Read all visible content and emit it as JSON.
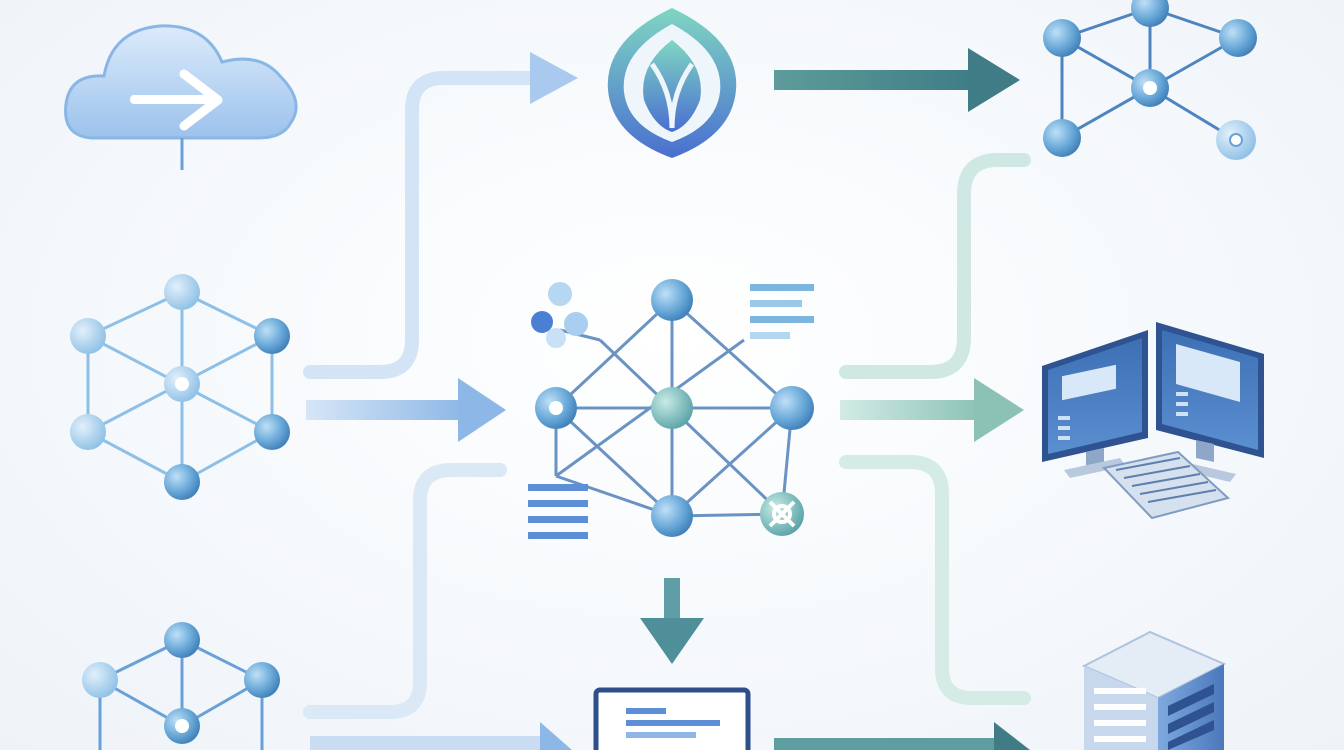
{
  "diagram": {
    "kind": "data-flow-illustration",
    "colors": {
      "background": "#f6f9fc",
      "blue_light": "#cfe2f7",
      "blue_mid": "#8fbbe8",
      "blue_dark": "#4a86c8",
      "teal_light": "#cde8e2",
      "teal_mid": "#7fb8b0",
      "teal_dark": "#4e8f95",
      "node_fill": "#6aa9d8",
      "node_stroke": "#3f7fb8"
    },
    "nodes": [
      {
        "id": "source-cloud",
        "icon": "cloud-upload-icon"
      },
      {
        "id": "source-network-mid",
        "icon": "network-cube-icon"
      },
      {
        "id": "source-network-bottom",
        "icon": "network-cube-icon"
      },
      {
        "id": "logo-shield",
        "icon": "leaf-shield-icon"
      },
      {
        "id": "central-network",
        "icon": "mesh-network-icon"
      },
      {
        "id": "target-network-top",
        "icon": "network-graph-icon"
      },
      {
        "id": "target-workstation",
        "icon": "dual-monitor-icon"
      },
      {
        "id": "target-server",
        "icon": "server-rack-icon"
      },
      {
        "id": "bottom-document",
        "icon": "document-window-icon"
      }
    ]
  }
}
